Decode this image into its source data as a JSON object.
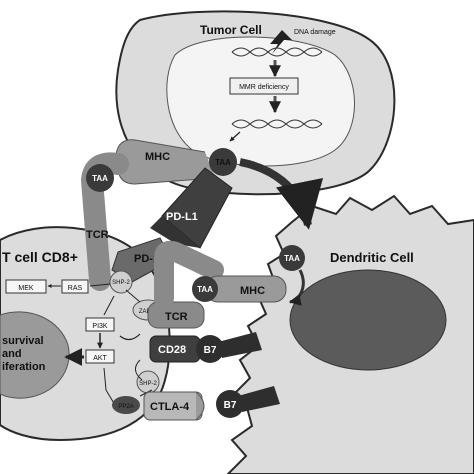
{
  "tumor_cell": {
    "title": "Tumor Cell",
    "dna_damage": "DNA damage",
    "mmr_deficiency": "MMR deficiency"
  },
  "dendritic_cell": {
    "title": "Dendritic Cell"
  },
  "t_cell": {
    "title": "T cell CD8+",
    "nucleus_line1": "survival",
    "nucleus_line2": "and",
    "nucleus_line3": "iferation"
  },
  "molecules": {
    "mhc_tumor": "MHC",
    "taa_tumor": "TAA",
    "taa_mhc_left": "TAA",
    "taa_dendritic": "TAA",
    "taa_dc_mhc": "TAA",
    "pdl1": "PD-L1",
    "pd1": "PD-1",
    "tcr_left": "TCR",
    "tcr_right": "TCR",
    "mhc_dc": "MHC",
    "cd28": "CD28",
    "b7_cd28": "B7",
    "ctla4": "CTLA-4",
    "b7_ctla4": "B7"
  },
  "signaling": {
    "mek": "MEK",
    "ras": "RAS",
    "shp2_top": "SHP-2",
    "zap70": "ZAP70",
    "pi3k": "PI3K",
    "akt": "AKT",
    "shp2_bottom": "SHP-2",
    "pp2a": "PP2A"
  }
}
